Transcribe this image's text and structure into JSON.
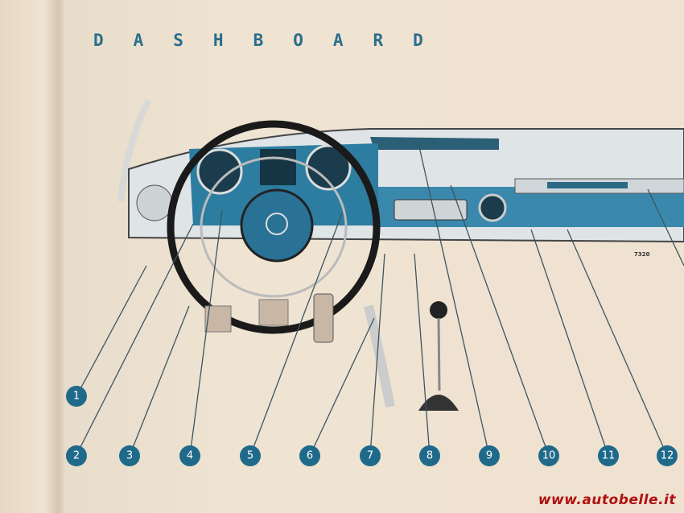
{
  "page": {
    "title": "DASHBOARD",
    "figure_number": "7320",
    "watermark": "www.autobelle.it"
  },
  "callouts": [
    "1",
    "2",
    "3",
    "4",
    "5",
    "6",
    "7",
    "8",
    "9",
    "10",
    "11",
    "12"
  ],
  "colors": {
    "ink": "#1f6a8a",
    "paper": "#efe2d0",
    "watermark": "#b01010"
  }
}
